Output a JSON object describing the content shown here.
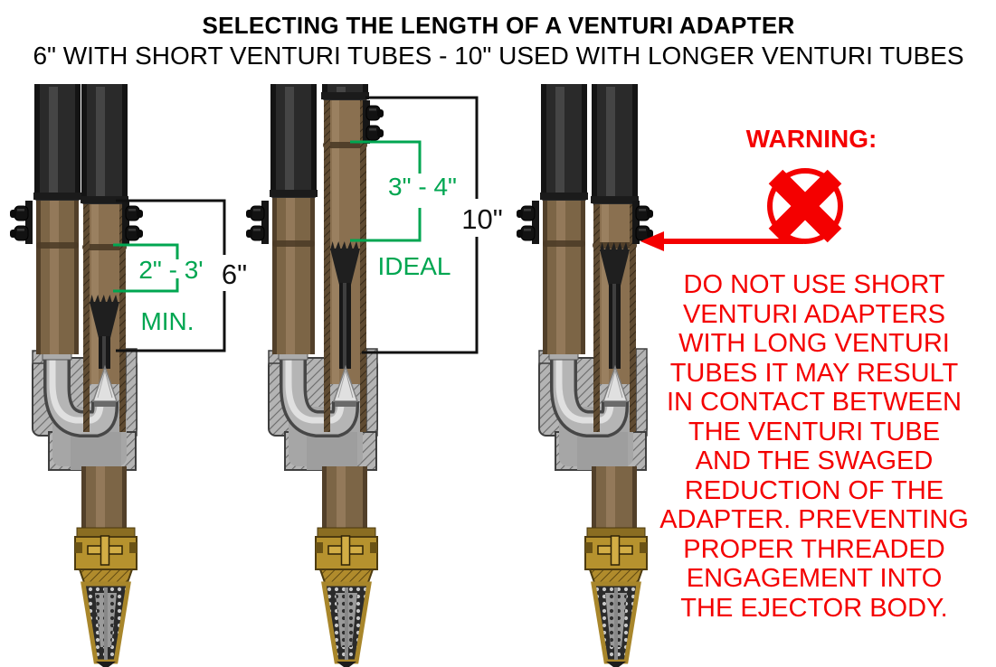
{
  "title": "SELECTING THE LENGTH OF A VENTURI ADAPTER",
  "subtitle": "6\" WITH SHORT VENTURI TUBES - 10\" USED WITH LONGER VENTURI TUBES",
  "colors": {
    "annotation_green": "#00a651",
    "warning_red": "#f40000",
    "dimension_black": "#111111"
  },
  "diagrams": [
    {
      "name": "short-venturi-adapter-minimum-gap",
      "gap_label": "2\" - 3'",
      "gap_note": "MIN.",
      "length_label": "6\""
    },
    {
      "name": "long-venturi-adapter-ideal-gap",
      "gap_label": "3\" - 4\"",
      "gap_note": "IDEAL",
      "length_label": "10\""
    },
    {
      "name": "short-adapter-with-long-venturi-tube-contact"
    }
  ],
  "warning": {
    "heading": "WARNING:",
    "icon": "crossed-circle-icon",
    "lines": [
      "DO NOT USE SHORT",
      "VENTURI ADAPTERS",
      "WITH LONG VENTURI",
      "TUBES IT MAY RESULT",
      "IN CONTACT BETWEEN",
      "THE VENTURI TUBE",
      "AND THE SWAGED",
      "REDUCTION OF THE",
      "ADAPTER. PREVENTING",
      "PROPER THREADED",
      "ENGAGEMENT INTO",
      "THE EJECTOR BODY."
    ]
  }
}
